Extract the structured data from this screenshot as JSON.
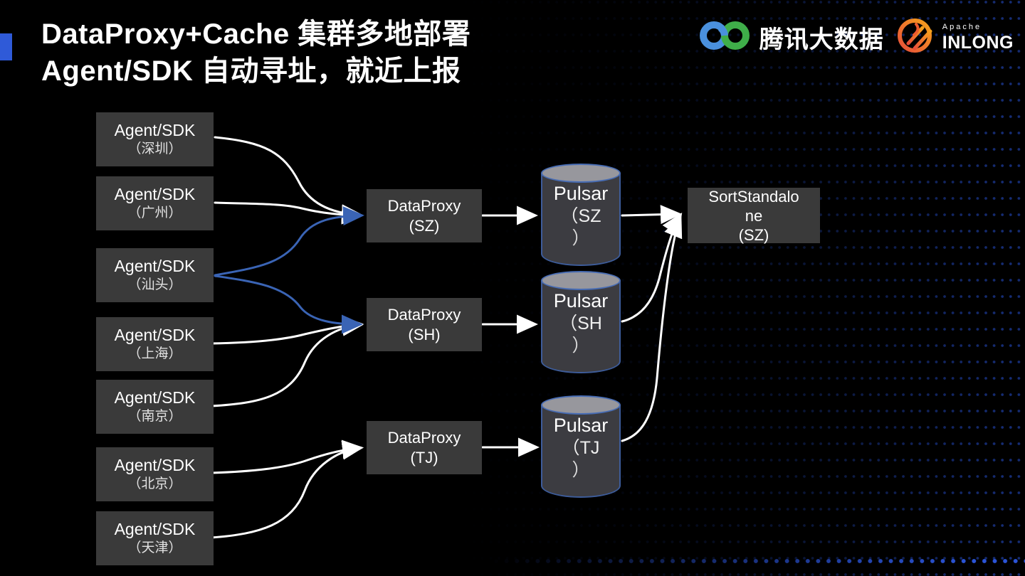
{
  "slide": {
    "title_line1": "DataProxy+Cache 集群多地部署",
    "title_line2": "Agent/SDK 自动寻址，就近上报",
    "accent_color": "#2f5ad8",
    "background_color": "#000000"
  },
  "header_logos": {
    "tencent_bigdata": {
      "label": "腾讯大数据",
      "icon": "tencent-bigdata-infinity-icon",
      "icon_blue": "#4a90dd",
      "icon_green": "#3fae49"
    },
    "apache_inlong": {
      "label_small": "Apache",
      "label_main": "INLONG",
      "icon": "inlong-logo-icon",
      "icon_orange": "#f6a21c",
      "icon_red": "#e84e3a"
    }
  },
  "diagram": {
    "node_background": "#3a3a3a",
    "arrow_default_color": "#ffffff",
    "arrow_highlight_color": "#3a64b5",
    "dot_pattern_color": "#2b54d8",
    "agents": [
      {
        "label": "Agent/SDK",
        "city": "（深圳）"
      },
      {
        "label": "Agent/SDK",
        "city": "（广州）"
      },
      {
        "label": "Agent/SDK",
        "city": "（汕头）"
      },
      {
        "label": "Agent/SDK",
        "city": "（上海）"
      },
      {
        "label": "Agent/SDK",
        "city": "（南京）"
      },
      {
        "label": "Agent/SDK",
        "city": "（北京）"
      },
      {
        "label": "Agent/SDK",
        "city": "（天津）"
      }
    ],
    "dataproxies": [
      {
        "name": "DataProxy",
        "region": "(SZ)"
      },
      {
        "name": "DataProxy",
        "region": "(SH)"
      },
      {
        "name": "DataProxy",
        "region": "(TJ)"
      }
    ],
    "pulsars": [
      {
        "name": "Pulsar",
        "line2": "（SZ",
        "line3": "）"
      },
      {
        "name": "Pulsar",
        "line2": "（SH",
        "line3": "）"
      },
      {
        "name": "Pulsar",
        "line2": "（TJ",
        "line3": "）"
      }
    ],
    "sort_standalone": {
      "name": "SortStandalone",
      "region": "(SZ)"
    },
    "edges": [
      {
        "from": "agent-shenzhen",
        "to": "dataproxy-sz",
        "color": "white"
      },
      {
        "from": "agent-guangzhou",
        "to": "dataproxy-sz",
        "color": "white"
      },
      {
        "from": "agent-shantou",
        "to": "dataproxy-sz",
        "color": "blue"
      },
      {
        "from": "agent-shantou",
        "to": "dataproxy-sh",
        "color": "blue"
      },
      {
        "from": "agent-shanghai",
        "to": "dataproxy-sh",
        "color": "white"
      },
      {
        "from": "agent-nanjing",
        "to": "dataproxy-sh",
        "color": "white"
      },
      {
        "from": "agent-beijing",
        "to": "dataproxy-tj",
        "color": "white"
      },
      {
        "from": "agent-tianjin",
        "to": "dataproxy-tj",
        "color": "white"
      },
      {
        "from": "dataproxy-sz",
        "to": "pulsar-sz",
        "color": "white"
      },
      {
        "from": "dataproxy-sh",
        "to": "pulsar-sh",
        "color": "white"
      },
      {
        "from": "dataproxy-tj",
        "to": "pulsar-tj",
        "color": "white"
      },
      {
        "from": "pulsar-sz",
        "to": "sortstandalone-sz",
        "color": "white"
      },
      {
        "from": "pulsar-sh",
        "to": "sortstandalone-sz",
        "color": "white"
      },
      {
        "from": "pulsar-tj",
        "to": "sortstandalone-sz",
        "color": "white"
      }
    ]
  }
}
